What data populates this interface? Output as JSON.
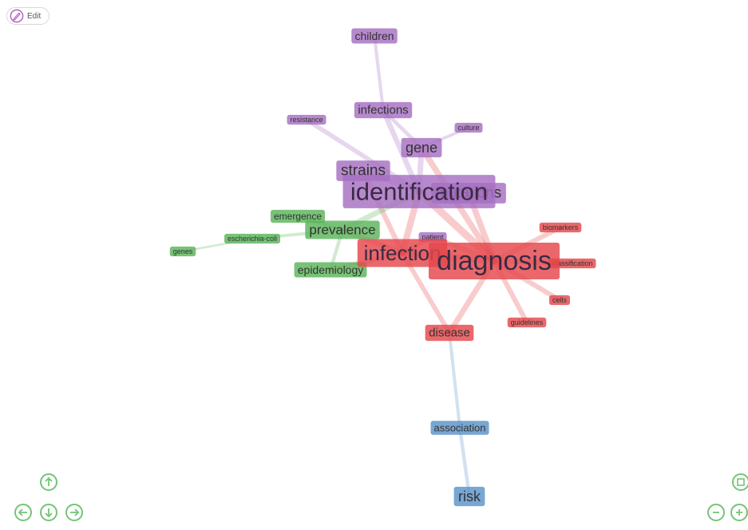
{
  "toolbar": {
    "edit_label": "Edit",
    "edit_icon": "pencil-icon"
  },
  "colors": {
    "purple": "#a66fc2",
    "green": "#5ab55a",
    "red": "#e5474a",
    "blue": "#5b93c9",
    "control": "#74c476"
  },
  "network": {
    "nodes": [
      {
        "id": "children",
        "label": "children",
        "cluster": "purple"
      },
      {
        "id": "infections",
        "label": "infections",
        "cluster": "purple"
      },
      {
        "id": "resistance",
        "label": "resistance",
        "cluster": "purple"
      },
      {
        "id": "culture",
        "label": "culture",
        "cluster": "purple"
      },
      {
        "id": "gene",
        "label": "gene",
        "cluster": "purple"
      },
      {
        "id": "strains",
        "label": "strains",
        "cluster": "purple"
      },
      {
        "id": "mutations",
        "label": "mutations",
        "cluster": "purple"
      },
      {
        "id": "identification",
        "label": "identification",
        "cluster": "purple"
      },
      {
        "id": "patient",
        "label": "patient",
        "cluster": "purple"
      },
      {
        "id": "emergence",
        "label": "emergence",
        "cluster": "green"
      },
      {
        "id": "escherichia-coli",
        "label": "escherichia-coli",
        "cluster": "green"
      },
      {
        "id": "genes",
        "label": "genes",
        "cluster": "green"
      },
      {
        "id": "prevalence",
        "label": "prevalence",
        "cluster": "green"
      },
      {
        "id": "epidemiology",
        "label": "epidemiology",
        "cluster": "green"
      },
      {
        "id": "biomarkers",
        "label": "biomarkers",
        "cluster": "red"
      },
      {
        "id": "classification",
        "label": "classification",
        "cluster": "red"
      },
      {
        "id": "cells",
        "label": "cells",
        "cluster": "red"
      },
      {
        "id": "guidelines",
        "label": "guidelines",
        "cluster": "red"
      },
      {
        "id": "infection",
        "label": "infection",
        "cluster": "red"
      },
      {
        "id": "diagnosis",
        "label": "diagnosis",
        "cluster": "red"
      },
      {
        "id": "disease",
        "label": "disease",
        "cluster": "red"
      },
      {
        "id": "association",
        "label": "association",
        "cluster": "blue"
      },
      {
        "id": "risk",
        "label": "risk",
        "cluster": "blue"
      }
    ],
    "edges": [
      [
        "children",
        "infections"
      ],
      [
        "infections",
        "identification"
      ],
      [
        "infections",
        "gene"
      ],
      [
        "resistance",
        "identification"
      ],
      [
        "culture",
        "gene"
      ],
      [
        "gene",
        "identification"
      ],
      [
        "gene",
        "diagnosis"
      ],
      [
        "strains",
        "identification"
      ],
      [
        "strains",
        "infection"
      ],
      [
        "mutations",
        "identification"
      ],
      [
        "mutations",
        "diagnosis"
      ],
      [
        "identification",
        "infection"
      ],
      [
        "identification",
        "diagnosis"
      ],
      [
        "identification",
        "prevalence"
      ],
      [
        "patient",
        "diagnosis"
      ],
      [
        "patient",
        "infection"
      ],
      [
        "emergence",
        "prevalence"
      ],
      [
        "escherichia-coli",
        "genes"
      ],
      [
        "escherichia-coli",
        "prevalence"
      ],
      [
        "prevalence",
        "epidemiology"
      ],
      [
        "prevalence",
        "infection"
      ],
      [
        "epidemiology",
        "infection"
      ],
      [
        "infection",
        "diagnosis"
      ],
      [
        "infection",
        "disease"
      ],
      [
        "diagnosis",
        "disease"
      ],
      [
        "diagnosis",
        "biomarkers"
      ],
      [
        "diagnosis",
        "classification"
      ],
      [
        "diagnosis",
        "cells"
      ],
      [
        "diagnosis",
        "guidelines"
      ],
      [
        "disease",
        "association"
      ],
      [
        "association",
        "risk"
      ]
    ]
  },
  "controls": {
    "left": [
      "arrow-up-icon",
      "arrow-left-icon",
      "arrow-down-icon",
      "arrow-right-icon"
    ],
    "right": [
      "fit-icon",
      "zoom-out-icon",
      "zoom-in-icon"
    ]
  }
}
